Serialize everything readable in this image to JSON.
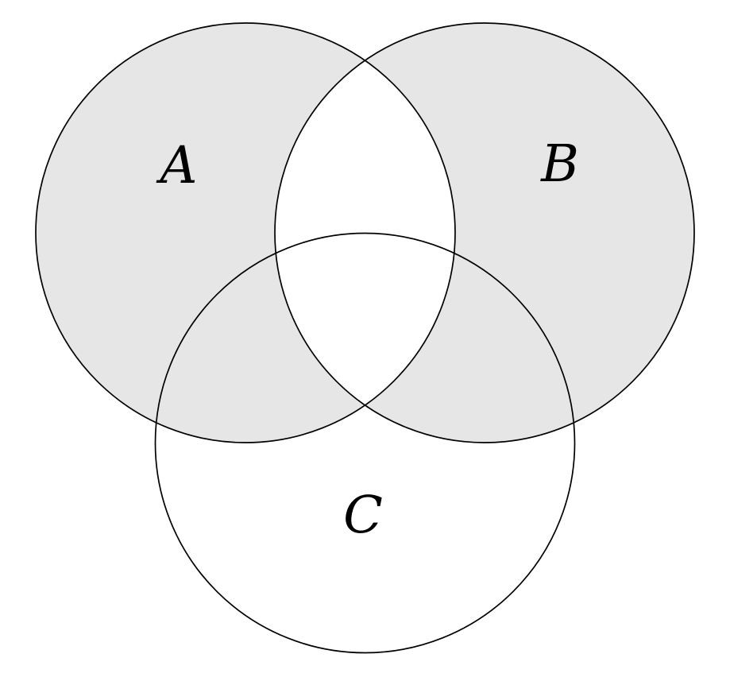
{
  "figure": {
    "type": "venn-diagram",
    "sets": [
      {
        "label": "A",
        "shaded": true
      },
      {
        "label": "B",
        "shaded": true
      },
      {
        "label": "C",
        "shaded": false
      }
    ],
    "shaded_region": "symmetric difference of A and B (A xor B); A∩B lens and C-only region are unshaded",
    "colors": {
      "shaded_fill": "#e6e6e6",
      "outline": "#000000",
      "background": "#ffffff"
    }
  }
}
